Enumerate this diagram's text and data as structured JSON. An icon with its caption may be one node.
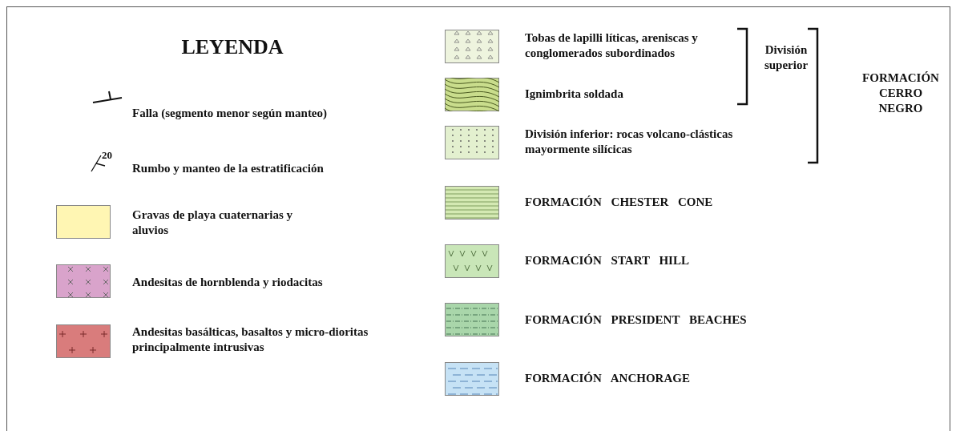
{
  "diagram": {
    "title": "LEYENDA",
    "legend": [
      {
        "text": "Falla (segmento menor según manteo)"
      },
      {
        "text": "Rumbo y manteo de la estratificación"
      },
      {
        "text": "Gravas de playa cuaternarias y aluvios",
        "color": "#fff6b3"
      },
      {
        "text": "Andesitas de hornblenda y riodacitas"
      },
      {
        "text": "Andesitas basálticas, basaltos y micro-dioritas principalmente intrusivas"
      },
      {
        "text": "Tobas de lapilli líticas, areniscas y conglomerados subordinados"
      },
      {
        "text": "Ignimbrita soldada"
      },
      {
        "text": "División inferior: rocas volcano-clásticas mayormente silícicas"
      },
      {
        "text": "FORMACIÓN CHESTER CONE"
      },
      {
        "text": "FORMACIÓN START HILL"
      },
      {
        "text": "FORMACIÓN PRESIDENT BEACHES"
      },
      {
        "text": "FORMACIÓN ANCHORAGE"
      }
    ],
    "labels": [
      "20",
      "División superior",
      "FORMACIÓN CERRO NEGRO"
    ]
  }
}
